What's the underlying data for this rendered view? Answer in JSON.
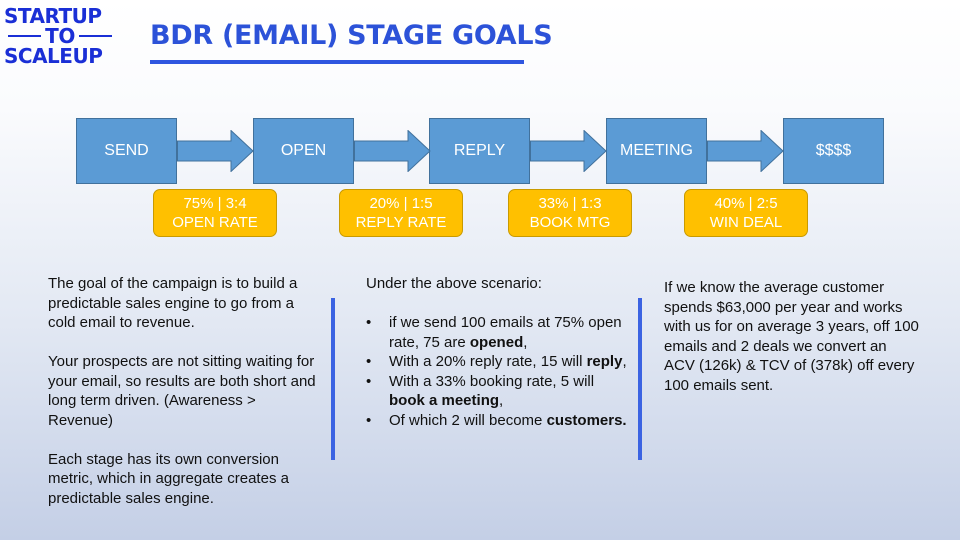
{
  "logo": {
    "line1": "STARTUP",
    "line2": "TO",
    "line3": "SCALEUP"
  },
  "title": "BDR (EMAIL) STAGE GOALS",
  "stages": [
    "SEND",
    "OPEN",
    "REPLY",
    "MEETING",
    "$$$$"
  ],
  "rates": [
    {
      "ratio": "75% | 3:4",
      "label": "OPEN RATE"
    },
    {
      "ratio": "20% | 1:5",
      "label": "REPLY RATE"
    },
    {
      "ratio": "33% | 1:3",
      "label": "BOOK MTG"
    },
    {
      "ratio": "40% | 2:5",
      "label": "WIN DEAL"
    }
  ],
  "colors": {
    "title": "#2c52d8",
    "stage": "#5b9bd5",
    "rate": "#ffc000",
    "divider": "#3b63e2"
  },
  "left_text": {
    "p1": "The goal of the campaign is to build a predictable sales engine to go from a cold email to revenue.",
    "p2": "Your prospects are not sitting waiting for your email, so results are both short and long term driven. (Awareness > Revenue)",
    "p3": "Each stage has its own conversion metric, which in aggregate creates a predictable sales engine."
  },
  "middle_text": {
    "intro": "Under the above scenario:",
    "b1_pre": "if we send 100 emails at 75% open rate, 75 are ",
    "b1_bold": "opened",
    "b1_post": ",",
    "b2_pre": "With a 20% reply rate, 15 will ",
    "b2_bold": "reply",
    "b2_post": ",",
    "b3_pre": "With a 33% booking rate, 5 will ",
    "b3_bold": "book a meeting",
    "b3_post": ",",
    "b4_pre": "Of which 2 will become ",
    "b4_bold": "customers."
  },
  "right_text": "If we know the average customer spends $63,000 per year and works with us for on average 3 years, off 100 emails and 2 deals we convert an ACV (126k) & TCV of (378k) off every 100 emails sent."
}
